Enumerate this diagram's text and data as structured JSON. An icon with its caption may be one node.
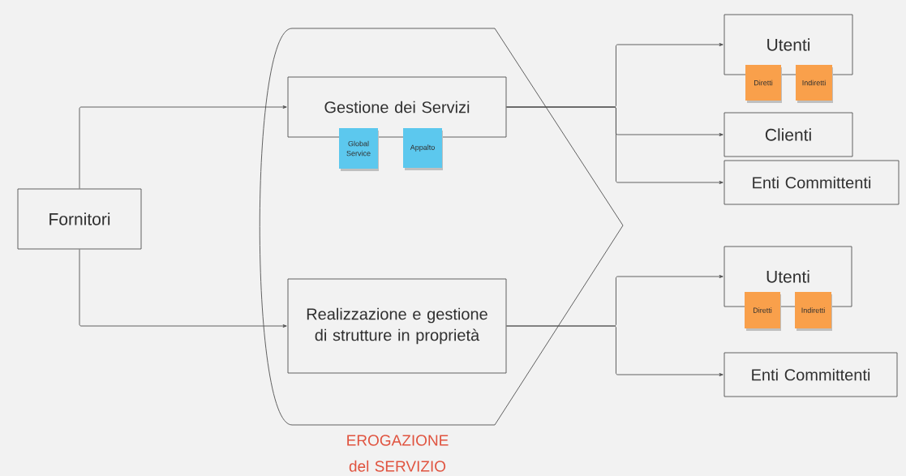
{
  "diagram": {
    "nodes": [
      {
        "text": [
          "Fornitori"
        ]
      },
      {
        "text": [
          "EROGAZIONE del SERVIZIO"
        ]
      },
      {
        "text": [
          "Gestione dei Servizi"
        ],
        "in": 1
      },
      {
        "text": [
          "Global Service"
        ],
        "in": 1
      },
      {
        "text": [
          "Appalto"
        ],
        "in": 1
      },
      {
        "text": [
          "Realizzazione e gestione di strutture in proprietà"
        ],
        "in": 1
      },
      {
        "text": [
          "Utenti"
        ]
      },
      {
        "text": [
          "Diretti"
        ]
      },
      {
        "text": [
          "Indiretti"
        ]
      },
      {
        "text": [
          "Clienti"
        ]
      },
      {
        "text": [
          "Enti Committenti"
        ]
      },
      {
        "text": [
          "Utenti"
        ]
      },
      {
        "text": [
          "Diretti"
        ]
      },
      {
        "text": [
          "Indiretti"
        ]
      },
      {
        "text": [
          "Enti Committenti"
        ]
      }
    ],
    "edges": [
      {
        "from": 0,
        "to": 2,
        "arrow": "to"
      },
      {
        "from": 0,
        "to": 5,
        "arrow": "to"
      },
      {
        "from": 2,
        "to": 6,
        "arrow": "to"
      },
      {
        "from": 2,
        "to": 9,
        "arrow": "to"
      },
      {
        "from": 2,
        "to": 10,
        "arrow": "to"
      },
      {
        "from": 5,
        "to": 11,
        "arrow": "to"
      },
      {
        "from": 5,
        "to": 14,
        "arrow": "to"
      }
    ]
  }
}
